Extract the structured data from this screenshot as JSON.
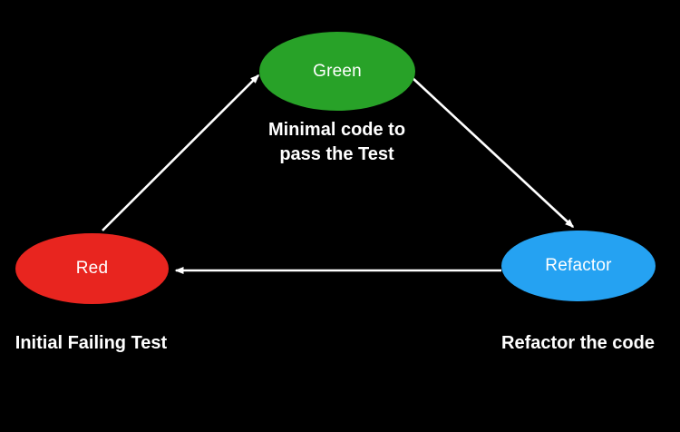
{
  "diagram": {
    "background_color": "#000000",
    "text_color": "#ffffff",
    "arrow_color": "#ffffff",
    "nodes": [
      {
        "id": "green",
        "label": "Green",
        "caption": "Minimal code to\npass the Test",
        "color": "#28a228",
        "shape": "ellipse"
      },
      {
        "id": "red",
        "label": "Red",
        "caption": "Initial Failing Test",
        "color": "#e8251f",
        "shape": "ellipse"
      },
      {
        "id": "refactor",
        "label": "Refactor",
        "caption": "Refactor the code",
        "color": "#25a2f2",
        "shape": "ellipse"
      }
    ],
    "edges": [
      {
        "from": "red",
        "to": "green"
      },
      {
        "from": "green",
        "to": "refactor"
      },
      {
        "from": "refactor",
        "to": "red"
      }
    ]
  }
}
